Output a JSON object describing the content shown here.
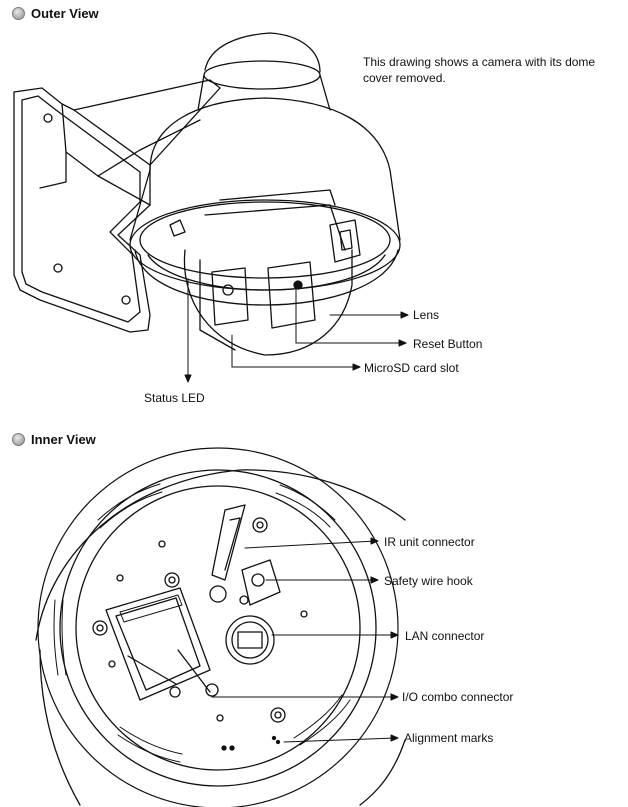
{
  "outer": {
    "heading": "Outer View",
    "note": "This drawing shows a camera with its dome cover removed.",
    "labels": {
      "lens": "Lens",
      "reset": "Reset Button",
      "microsd": "MicroSD card slot",
      "status_led": "Status LED"
    }
  },
  "inner": {
    "heading": "Inner View",
    "labels": {
      "ir": "IR unit connector",
      "safety": "Safety wire hook",
      "lan": "LAN connector",
      "io": "I/O combo connector",
      "align": "Alignment marks"
    }
  }
}
